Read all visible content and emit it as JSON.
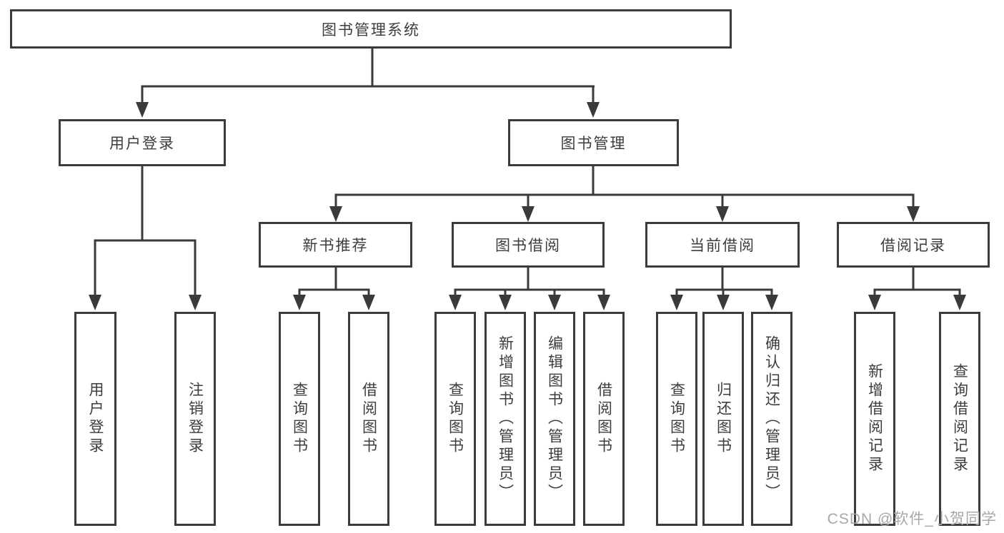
{
  "colors": {
    "background": "#ffffff",
    "line": "#3a3a3a",
    "box_border": "#3b3b3b",
    "text": "#3d3d3d",
    "watermark": "#a8a8a8"
  },
  "watermark": {
    "text": "CSDN @软件_小贺同学"
  },
  "tree": {
    "root": {
      "label": "图书管理系统",
      "children": [
        {
          "label": "用户登录",
          "children": [
            {
              "label": "用户登录"
            },
            {
              "label": "注销登录"
            }
          ]
        },
        {
          "label": "图书管理",
          "children": [
            {
              "label": "新书推荐",
              "children": [
                {
                  "label": "查询图书"
                },
                {
                  "label": "借阅图书"
                }
              ]
            },
            {
              "label": "图书借阅",
              "children": [
                {
                  "label": "查询图书"
                },
                {
                  "label": "新增图书（管理员）"
                },
                {
                  "label": "编辑图书（管理员）"
                },
                {
                  "label": "借阅图书"
                }
              ]
            },
            {
              "label": "当前借阅",
              "children": [
                {
                  "label": "查询图书"
                },
                {
                  "label": "归还图书"
                },
                {
                  "label": "确认归还（管理员）"
                }
              ]
            },
            {
              "label": "借阅记录",
              "children": [
                {
                  "label": "新增借阅记录"
                },
                {
                  "label": "查询借阅记录"
                }
              ]
            }
          ]
        }
      ]
    }
  }
}
